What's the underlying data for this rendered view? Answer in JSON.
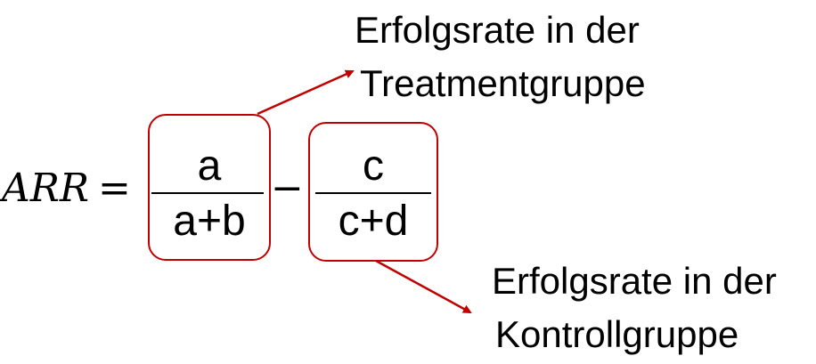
{
  "formula": {
    "lhs": "ARR",
    "equals": "=",
    "minus": "−",
    "fraction1": {
      "numerator": "a",
      "denominator": "a+b"
    },
    "fraction2": {
      "numerator": "c",
      "denominator": "c+d"
    }
  },
  "annotations": {
    "treatment": {
      "line1": "Erfolgsrate in der",
      "line2": "Treatmentgruppe"
    },
    "control": {
      "line1": "Erfolgsrate in der",
      "line2": "Kontrollgruppe"
    }
  },
  "colors": {
    "box_border": "#c00000",
    "arrow": "#c00000",
    "text": "#000000"
  }
}
